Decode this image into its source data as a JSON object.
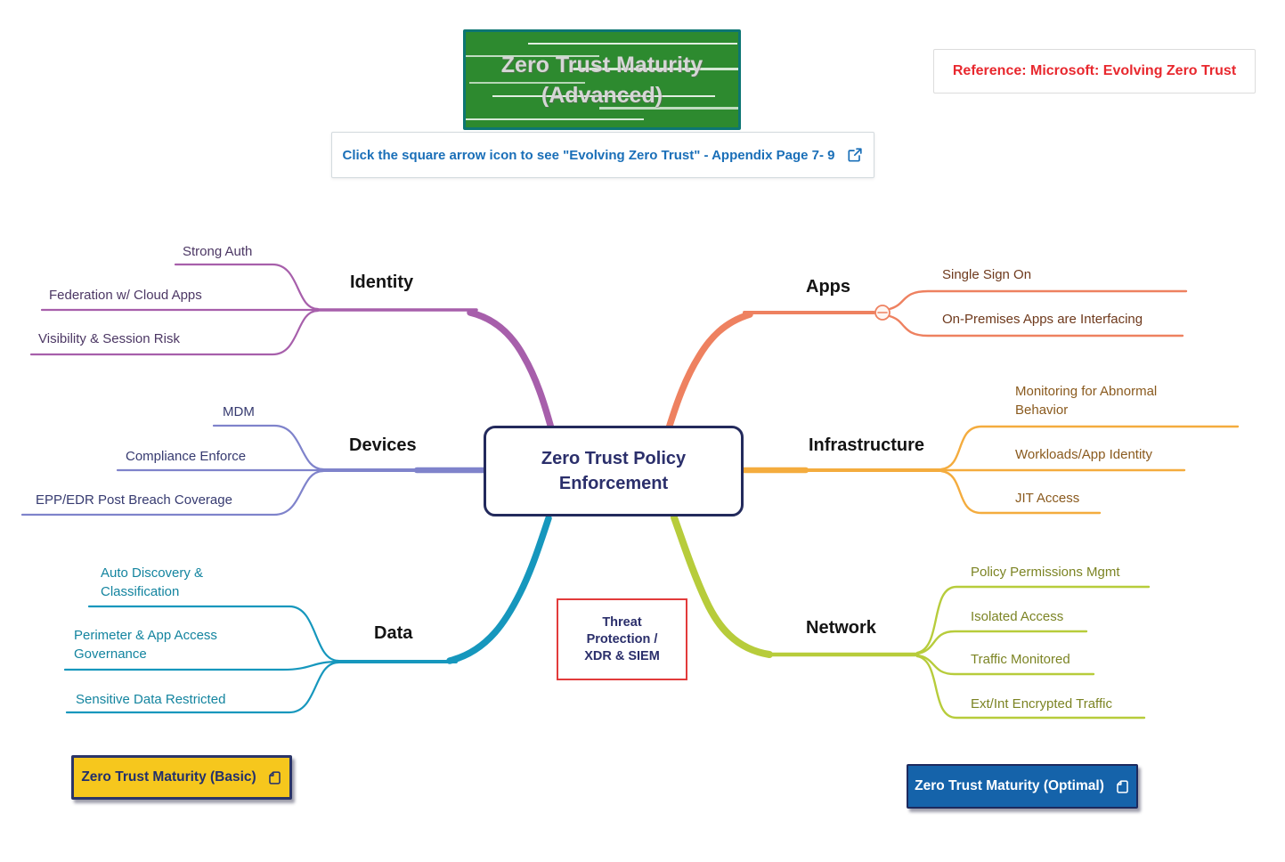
{
  "title": {
    "line1": "Zero Trust Maturity",
    "line2": "(Advanced)"
  },
  "reference": {
    "text": "Reference: Microsoft: Evolving Zero Trust"
  },
  "note": {
    "text": "Click the square arrow icon to see  \"Evolving Zero Trust\" - Appendix Page 7- 9",
    "icon": "external-link-icon"
  },
  "center": {
    "label": "Zero Trust Policy Enforcement"
  },
  "threat_box": {
    "lines": [
      "Threat",
      "Protection /",
      "XDR & SIEM"
    ]
  },
  "mindmap": {
    "branches": {
      "identity": {
        "label": "Identity",
        "color": "#a75fab",
        "children": [
          "Strong Auth",
          "Federation w/ Cloud Apps",
          "Visibility & Session Risk"
        ]
      },
      "devices": {
        "label": "Devices",
        "color": "#7f83cb",
        "children": [
          "MDM",
          "Compliance Enforce",
          "EPP/EDR Post Breach Coverage"
        ]
      },
      "data": {
        "label": "Data",
        "color": "#1697bd",
        "children": [
          "Auto Discovery & Classification",
          "Perimeter & App Access Governance",
          "Sensitive Data Restricted"
        ]
      },
      "apps": {
        "label": "Apps",
        "color": "#ee8160",
        "toggle_icon": "minus-circle-icon",
        "children": [
          "Single Sign On",
          "On-Premises Apps are Interfacing"
        ]
      },
      "infrastructure": {
        "label": "Infrastructure",
        "color": "#f4ac3e",
        "children": [
          "Monitoring for Abnormal Behavior",
          "Workloads/App Identity",
          "JIT Access"
        ]
      },
      "network": {
        "label": "Network",
        "color": "#b7cc3b",
        "children": [
          "Policy Permissions Mgmt",
          "Isolated Access",
          "Traffic Monitored",
          "Ext/Int Encrypted Traffic"
        ]
      }
    }
  },
  "buttons": {
    "basic": {
      "label": "Zero Trust Maturity (Basic)",
      "icon": "page-icon"
    },
    "optimal": {
      "label": "Zero Trust Maturity (Optimal)",
      "icon": "page-icon"
    }
  },
  "colors": {
    "title_bg": "#2d8a2f",
    "title_border": "#0d7673",
    "reference_text": "#e8282e",
    "note_text": "#1a6fb8",
    "center_border": "#232a5c",
    "threat_border": "#e23b3b",
    "basic_bg": "#f6c71d",
    "optimal_bg": "#1563aa"
  }
}
